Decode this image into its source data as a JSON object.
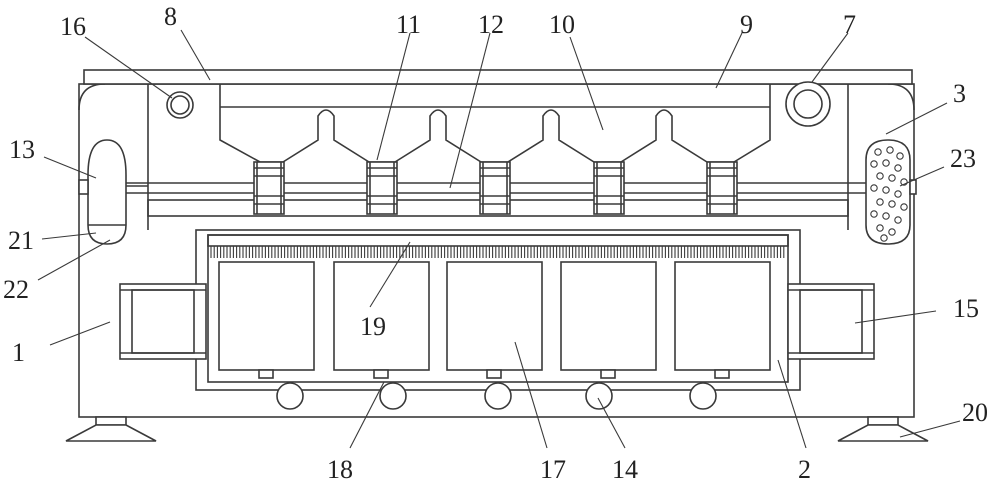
{
  "labels": {
    "l1": "1",
    "l2": "2",
    "l3": "3",
    "l7": "7",
    "l8": "8",
    "l9": "9",
    "l10": "10",
    "l11": "11",
    "l12": "12",
    "l13": "13",
    "l14": "14",
    "l15": "15",
    "l16": "16",
    "l17": "17",
    "l18": "18",
    "l19": "19",
    "l20": "20",
    "l21": "21",
    "l22": "22",
    "l23": "23"
  }
}
